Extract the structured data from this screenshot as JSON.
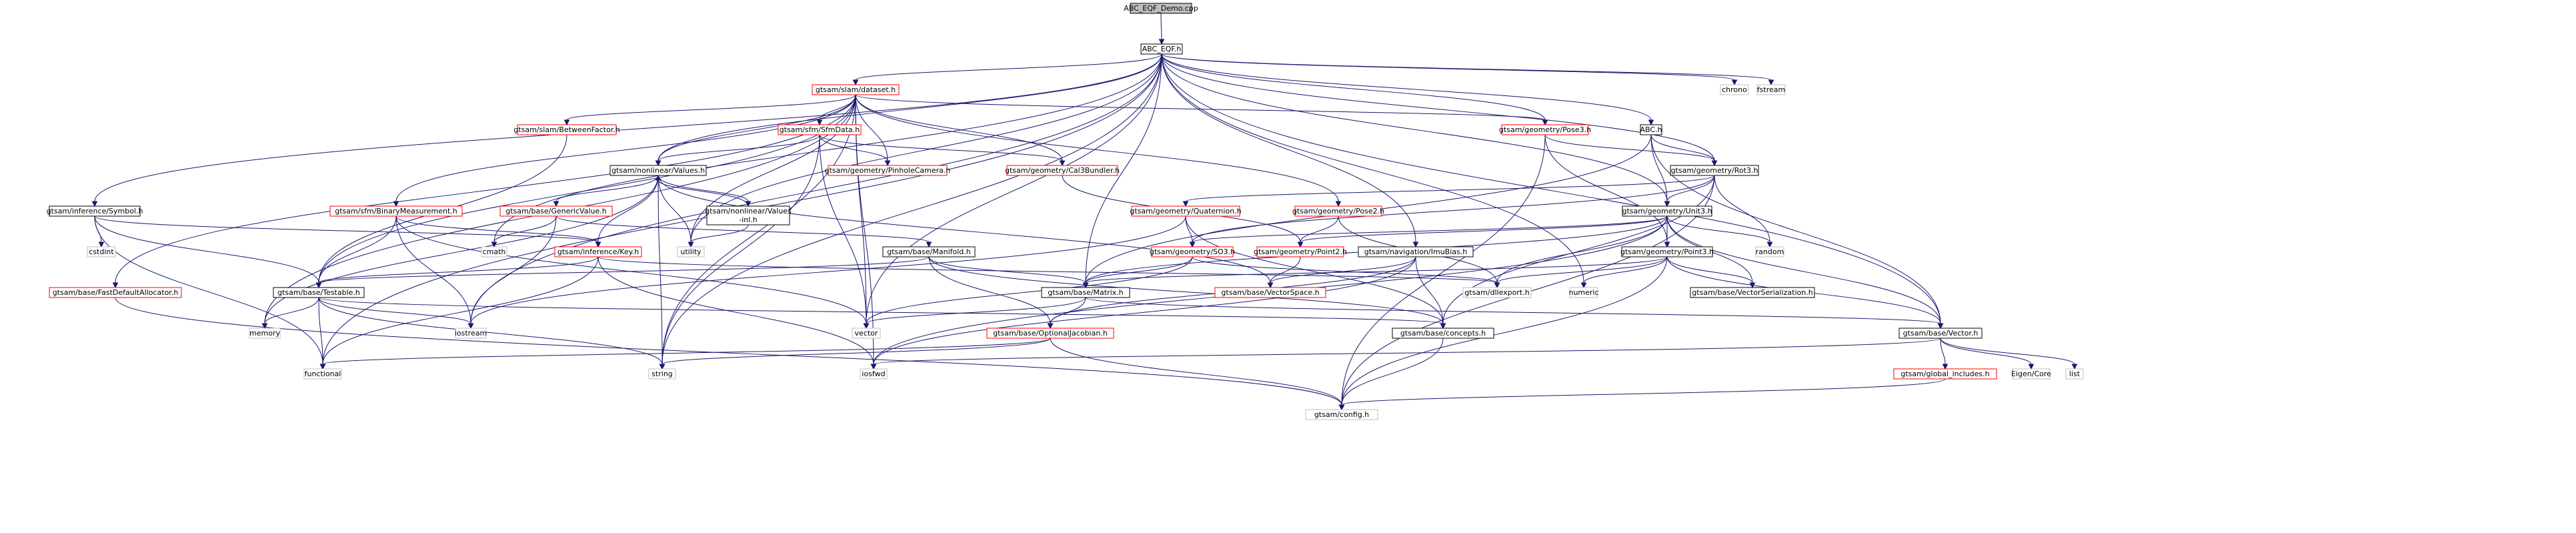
{
  "colors": {
    "edge": "#191970",
    "red_border": "#ff0000",
    "gray_border": "#bfbfbf",
    "root_fill": "#bfbfbf"
  },
  "nodes": {
    "root": "ABC_EQF_Demo.cpp",
    "abc_eqf": "ABC_EQF.h",
    "dataset": "gtsam/slam/dataset.h",
    "chrono": "chrono",
    "fstream": "fstream",
    "betweenfactor": "gtsam/slam/BetweenFactor.h",
    "sfmdata": "gtsam/sfm/SfmData.h",
    "pose3": "gtsam/geometry/Pose3.h",
    "abc": "ABC.h",
    "values": "gtsam/nonlinear/Values.h",
    "pinhole": "gtsam/geometry/PinholeCamera.h",
    "cal3bundler": "gtsam/geometry/Cal3Bundler.h",
    "rot3": "gtsam/geometry/Rot3.h",
    "symbol": "gtsam/inference/Symbol.h",
    "binarymeas": "gtsam/sfm/BinaryMeasurement.h",
    "genericvalue": "gtsam/base/GenericValue.h",
    "values_inl_1": "gtsam/nonlinear/Values",
    "values_inl_2": "-inl.h",
    "quaternion": "gtsam/geometry/Quaternion.h",
    "pose2": "gtsam/geometry/Pose2.h",
    "unit3": "gtsam/geometry/Unit3.h",
    "cstdint": "cstdint",
    "cmath": "cmath",
    "key": "gtsam/inference/Key.h",
    "utility": "utility",
    "manifold": "gtsam/base/Manifold.h",
    "so3": "gtsam/geometry/SO3.h",
    "point2": "gtsam/geometry/Point2.h",
    "imubias": "gtsam/navigation/ImuBias.h",
    "point3": "gtsam/geometry/Point3.h",
    "random": "random",
    "fastalloc": "gtsam/base/FastDefaultAllocator.h",
    "testable": "gtsam/base/Testable.h",
    "matrix": "gtsam/base/Matrix.h",
    "dllexport": "gtsam/dllexport.h",
    "vectorspace": "gtsam/base/VectorSpace.h",
    "numeric": "numeric",
    "vecserial": "gtsam/base/VectorSerialization.h",
    "memory": "memory",
    "iostream": "iostream",
    "vector": "vector",
    "optjac": "gtsam/base/OptionalJacobian.h",
    "concepts": "gtsam/base/concepts.h",
    "basevector": "gtsam/base/Vector.h",
    "functional": "functional",
    "string": "string",
    "iosfwd": "iosfwd",
    "globalincl": "gtsam/global_includes.h",
    "eigencore": "Eigen/Core",
    "list": "list",
    "config": "gtsam/config.h"
  }
}
